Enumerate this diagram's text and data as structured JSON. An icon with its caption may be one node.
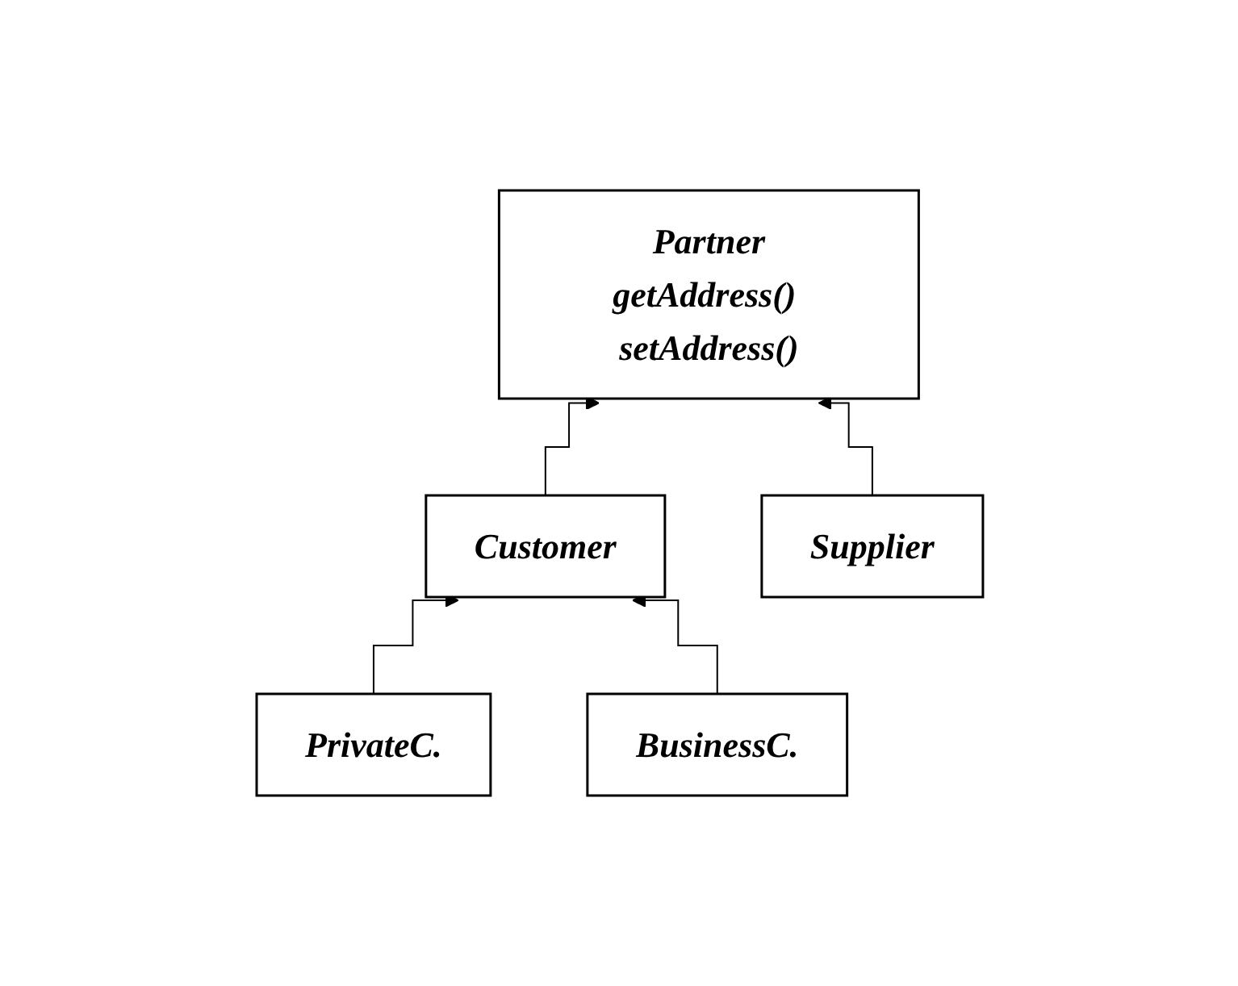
{
  "diagram": {
    "nodes": [
      {
        "text": [
          "Partner",
          "getAddress() setAddress()"
        ]
      },
      {
        "text": [
          "Customer"
        ]
      },
      {
        "text": [
          "Supplier"
        ]
      },
      {
        "text": [
          "PrivateC."
        ]
      },
      {
        "text": [
          "BusinessC."
        ]
      }
    ],
    "edges": [
      {
        "from": 1,
        "to": 0,
        "arrow": "to"
      },
      {
        "from": 2,
        "to": 0,
        "arrow": "to"
      },
      {
        "from": 3,
        "to": 1,
        "arrow": "to"
      },
      {
        "from": 4,
        "to": 1,
        "arrow": "to"
      }
    ]
  }
}
